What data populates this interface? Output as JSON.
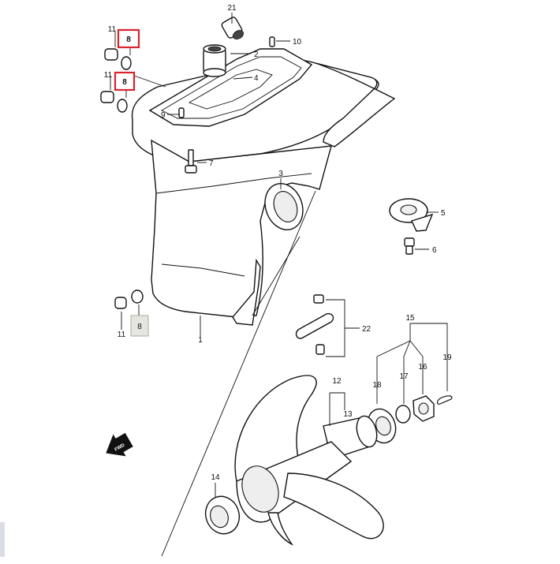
{
  "diagram": {
    "fwd_label": "FWD",
    "callouts": {
      "c1": "1",
      "c2": "2",
      "c3": "3",
      "c4": "4",
      "c5": "5",
      "c6": "6",
      "c7": "7",
      "c8a": "8",
      "c8b": "8",
      "c8c": "8",
      "c9": "9",
      "c10": "10",
      "c11a": "11",
      "c11b": "11",
      "c11c": "11",
      "c12": "12",
      "c13": "13",
      "c14": "14",
      "c15": "15",
      "c16": "16",
      "c17": "17",
      "c18": "18",
      "c19": "19",
      "c21": "21",
      "c22": "22"
    },
    "highlight_colors": {
      "selected_box": "#d9232d",
      "unselected_box_fill": "#e6e6e0",
      "unselected_box_stroke": "#b8b8b0"
    }
  }
}
